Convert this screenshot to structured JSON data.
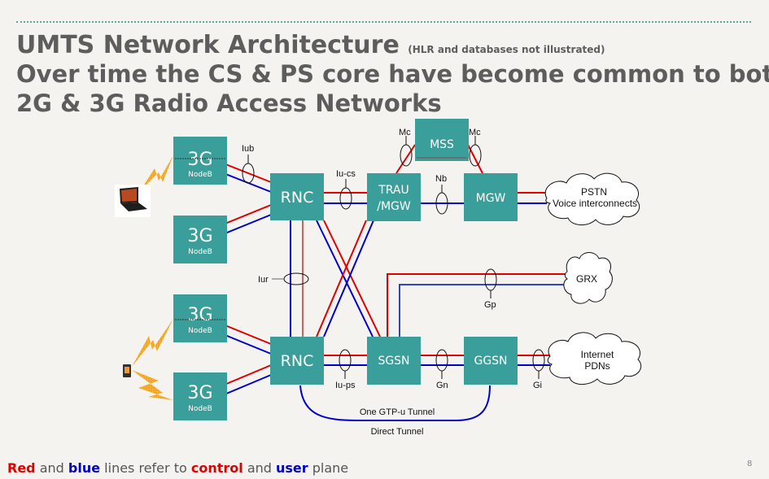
{
  "slide": {
    "title": "UMTS Network Architecture",
    "title_note": "(HLR and databases not illustrated)",
    "subtitle_line1": "Over time the CS & PS core have become common to both",
    "subtitle_line2": "2G & 3G Radio Access Networks",
    "page_number": "8"
  },
  "colors": {
    "background": "#f4f3f0",
    "node_fill": "#3a9e9a",
    "control_plane": "#e00000",
    "user_plane": "#0000cc",
    "radio_link": "#f5a623",
    "heading_text": "#5d5d5d"
  },
  "nodes": {
    "nodeb1": {
      "big": "3G",
      "small": "NodeB"
    },
    "nodeb2": {
      "big": "3G",
      "small": "NodeB"
    },
    "nodeb3": {
      "big": "3G",
      "small": "NodeB"
    },
    "nodeb4": {
      "big": "3G",
      "small": "NodeB"
    },
    "rnc1": "RNC",
    "rnc2": "RNC",
    "trau_line1": "TRAU",
    "trau_line2": "/MGW",
    "mss": "MSS",
    "mgw": "MGW",
    "sgsn": "SGSN",
    "ggsn": "GGSN"
  },
  "clouds": {
    "pstn_line1": "PSTN",
    "pstn_line2": "Voice interconnects",
    "grx": "GRX",
    "internet_line1": "Internet",
    "internet_line2": "PDNs"
  },
  "interfaces": {
    "iub": "Iub",
    "iu_cs": "Iu-cs",
    "mc_left": "Mc",
    "mc_right": "Mc",
    "nb": "Nb",
    "iur": "Iur",
    "gp": "Gp",
    "iu_ps": "Iu-ps",
    "gn": "Gn",
    "gi": "Gi"
  },
  "tunnel": {
    "label": "One GTP-u Tunnel",
    "caption": "Direct Tunnel"
  },
  "devices": {
    "laptop": "laptop-icon",
    "phone": "mobile-phone-icon"
  },
  "footer": {
    "red_word": "Red",
    "and1": " and ",
    "blue_word": "blue",
    "middle": " lines refer to ",
    "control_word": "control",
    "and2": " and ",
    "user_word": "user",
    "end": " plane"
  }
}
